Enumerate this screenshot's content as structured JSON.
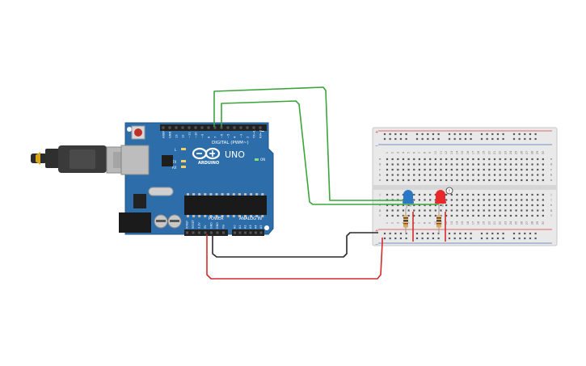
{
  "arduino": {
    "brand": "ARDUINO",
    "model": "UNO",
    "digital_label": "DIGITAL (PWM~)",
    "power_label": "POWER",
    "analog_label": "ANALOG IN",
    "on_label": "ON",
    "tx_label": "TX",
    "rx_label": "RX",
    "l_label": "L",
    "digital_pins": [
      "AREF",
      "GND",
      "13",
      "12",
      "~11",
      "~10",
      "~9",
      "8",
      "7",
      "~6",
      "~5",
      "4",
      "~3",
      "2",
      "TX→1",
      "RX←0"
    ],
    "power_pins": [
      "IOREF",
      "RESET",
      "3.3V",
      "5V",
      "GND",
      "GND",
      "Vin"
    ],
    "analog_pins": [
      "A0",
      "A1",
      "A2",
      "A3",
      "A4",
      "A5"
    ]
  },
  "breadboard": {
    "column_numbers": [
      "1",
      "2",
      "3",
      "4",
      "5",
      "6",
      "7",
      "8",
      "9",
      "10",
      "11",
      "12",
      "13",
      "14",
      "15",
      "16",
      "17",
      "18",
      "19",
      "20",
      "21",
      "22",
      "23",
      "24",
      "25",
      "26",
      "27",
      "28",
      "29",
      "30"
    ],
    "row_letters_top": [
      "a",
      "b",
      "c",
      "d",
      "e"
    ],
    "row_letters_bottom": [
      "f",
      "g",
      "h",
      "i",
      "j"
    ],
    "rail_plus": "+",
    "rail_minus": "−"
  },
  "components": {
    "led_blue_color": "#2b78c4",
    "led_red_color": "#e8282b",
    "warning_badge": "!"
  },
  "colors": {
    "board": "#2d6eaa",
    "wire_green": "#3aa53a",
    "wire_black": "#2a2a2a",
    "wire_red": "#d32b2b",
    "breadboard": "#e9e9e9",
    "rail_red": "#d83a3a",
    "rail_blue": "#4b6fb8"
  }
}
